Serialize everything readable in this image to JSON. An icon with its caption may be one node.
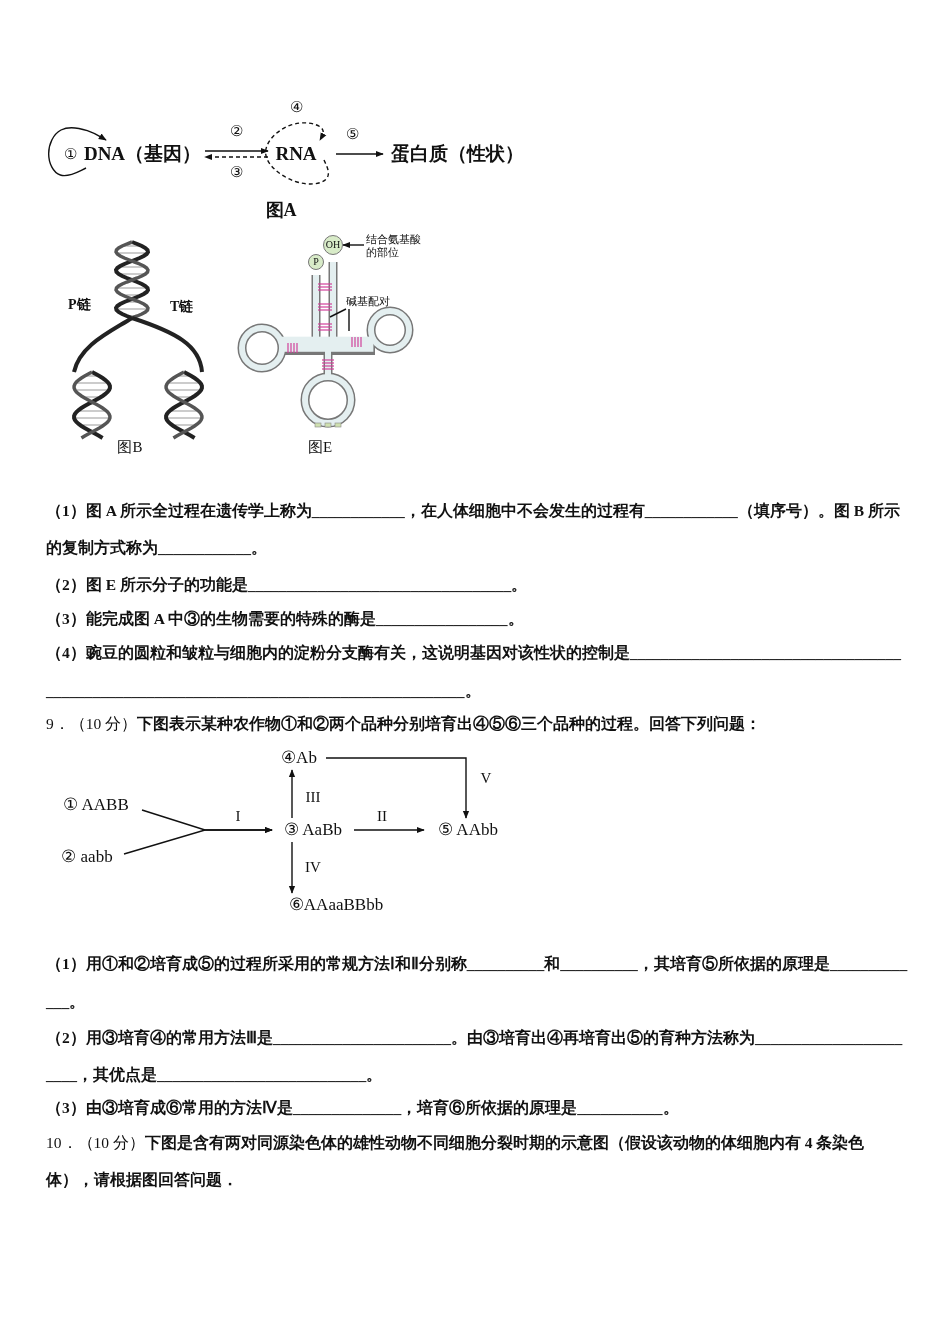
{
  "diagram": {
    "nodes": [
      {
        "text": [
          "DNA（基因）"
        ]
      },
      {
        "text": [
          "RNA"
        ]
      },
      {
        "text": [
          "蛋白质（性状）"
        ]
      },
      {
        "text": [
          "OH"
        ]
      },
      {
        "text": [
          "P"
        ]
      },
      {
        "text": [
          "结合氨基酸的部位"
        ]
      },
      {
        "text": [
          "碱基配对"
        ]
      },
      {
        "text": [
          "① AABB"
        ]
      },
      {
        "text": [
          "② aabb"
        ]
      },
      {
        "text": [
          "③ AaBb"
        ]
      },
      {
        "text": [
          "④Ab"
        ]
      },
      {
        "text": [
          "⑤ AAbb"
        ]
      },
      {
        "text": [
          "⑥AAaaBBbb"
        ]
      }
    ],
    "edges": [
      {
        "from": 0,
        "to": 0,
        "arrow": "to",
        "label": "①"
      },
      {
        "from": 0,
        "to": 1,
        "arrow": "to",
        "label": "②"
      },
      {
        "from": 1,
        "to": 0,
        "arrow": "to",
        "label": "③",
        "style": "dashed"
      },
      {
        "from": 1,
        "to": 1,
        "arrow": "to",
        "label": "④",
        "style": "dashed"
      },
      {
        "from": 1,
        "to": 2,
        "arrow": "to",
        "label": "⑤"
      },
      {
        "from": 5,
        "to": 3,
        "arrow": "to"
      },
      {
        "from": 6,
        "to": null,
        "arrow": "none"
      },
      {
        "from": 6,
        "to": null,
        "arrow": "none"
      },
      {
        "from": 7,
        "to": 9,
        "arrow": "to",
        "label": "I"
      },
      {
        "from": 8,
        "to": 9,
        "arrow": "to"
      },
      {
        "from": 9,
        "to": 10,
        "arrow": "to",
        "label": "III"
      },
      {
        "from": 9,
        "to": 11,
        "arrow": "to",
        "label": "II"
      },
      {
        "from": 9,
        "to": 12,
        "arrow": "to",
        "label": "IV"
      },
      {
        "from": 10,
        "to": 11,
        "arrow": "to",
        "label": "V"
      }
    ],
    "labels": [
      "图A",
      "P链",
      "T链",
      "图B",
      "图E",
      "（1）图 A 所示全过程在遗传学上称为____________，在人体细胞中不会发生的过程有____________（填序号）。图 B 所示的复制方式称为____________。",
      "（2）图 E 所示分子的功能是__________________________________。",
      "（3）能完成图 A 中③的生物需要的特殊的酶是_________________。",
      "（4）豌豆的圆粒和皱粒与细胞内的淀粉分支酶有关，这说明基因对该性状的控制是_________________________________________________________________________________________。",
      "9．（10 分）**下图表示某种农作物①和②两个品种分别培育出④⑤⑥三个品种的过程。回答下列问题：**",
      "（1）用①和②培育成⑤的过程所采用的常规方法Ⅰ和Ⅱ分别称__________和__________，其培育⑤所依据的原理是_____________。",
      "（2）用③培育④的常用方法Ⅲ是_______________________。由③培育出④再培育出⑤的育种方法称为_______________________，其优点是___________________________。",
      "（3）由③培育成⑥常用的方法Ⅳ是______________，培育⑥所依据的原理是___________。",
      "10．（10 分）**下图是含有两对同源染色体的雄性动物不同细胞分裂时期的示意图（假设该动物的体细胞内有 4 条染色体），请根据图回答问题．**"
    ]
  }
}
